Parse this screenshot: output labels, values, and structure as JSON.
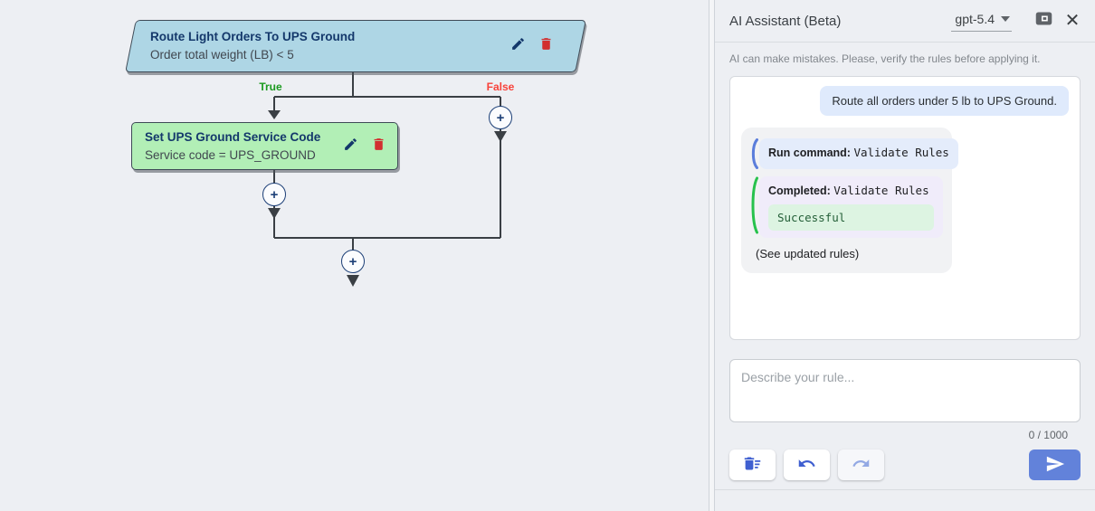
{
  "canvas": {
    "decision_node": {
      "title": "Route Light Orders To UPS Ground",
      "condition": "Order total weight (LB) < 5"
    },
    "true_label": "True",
    "false_label": "False",
    "action_node": {
      "title": "Set UPS Ground Service Code",
      "detail": "Service code = UPS_GROUND"
    },
    "plus_symbol": "+"
  },
  "assistant_panel": {
    "title": "AI Assistant (Beta)",
    "model": "gpt-5.4",
    "close_symbol": "✕",
    "disclaimer": "AI can make mistakes. Please, verify the rules before applying it.",
    "chat": {
      "user_message": "Route all orders under 5 lb to UPS Ground.",
      "run_command_label": "Run command:",
      "run_command_value": "Validate Rules",
      "completed_label": "Completed:",
      "completed_value": "Validate Rules",
      "result": "Successful",
      "see_updated": "(See updated rules)"
    },
    "input": {
      "placeholder": "Describe your rule...",
      "counter": "0 / 1000"
    }
  },
  "icons": {
    "edit": "pencil-icon",
    "delete": "trash-icon",
    "add": "plus-icon",
    "model_dropdown": "chevron-down-icon",
    "pip": "picture-in-picture-icon",
    "close": "close-icon",
    "clear_history": "delete-sweep-icon",
    "undo": "undo-icon",
    "redo": "redo-icon",
    "send": "send-icon"
  },
  "colors": {
    "accent_blue": "#6282da",
    "decision_fill": "#aed6e5",
    "action_fill": "#b2efb6",
    "true_green": "#1b9a1f",
    "false_red": "#f8423a",
    "navy": "#14386b",
    "bracket_blue": "#5b7ddb",
    "bracket_green": "#27c24c",
    "success_bg": "#ddf4e2",
    "user_bubble_bg": "#dfeafc"
  }
}
